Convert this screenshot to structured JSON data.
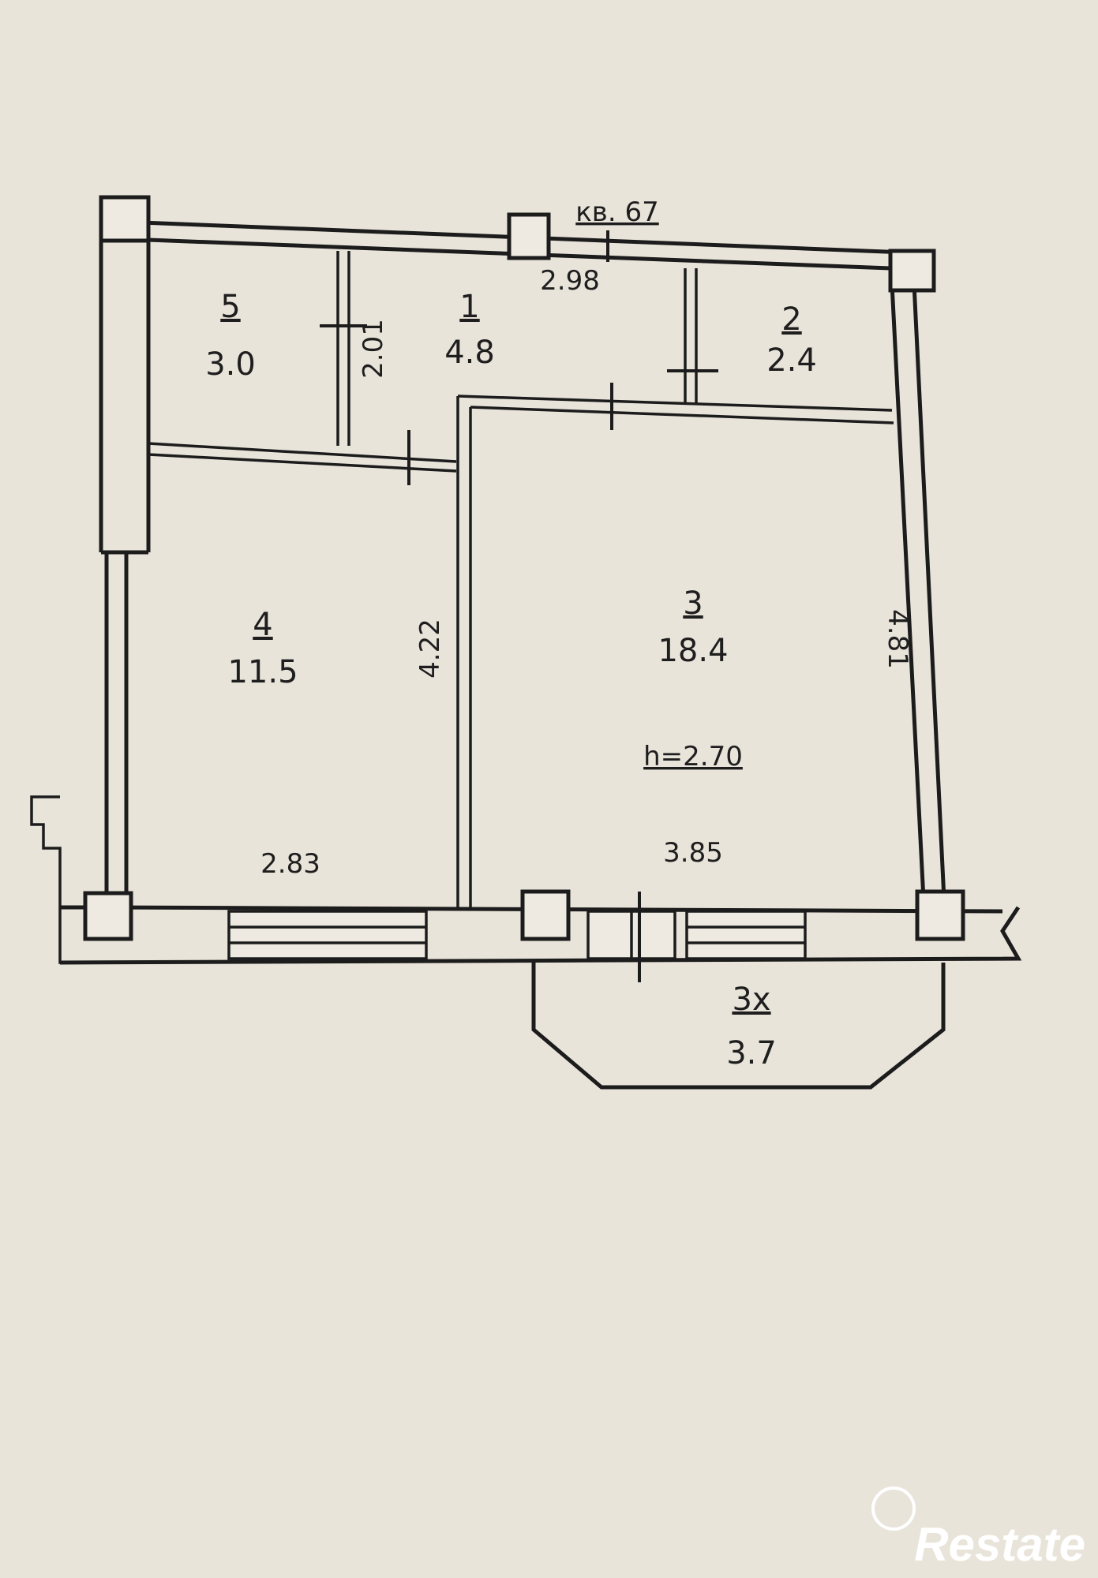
{
  "plan": {
    "apartment_label": "кв. 67",
    "ceiling_height": "h=2.70",
    "rooms": [
      {
        "id": "5",
        "number": "5",
        "area": "3.0"
      },
      {
        "id": "1",
        "number": "1",
        "area": "4.8"
      },
      {
        "id": "2",
        "number": "2",
        "area": "2.4"
      },
      {
        "id": "4",
        "number": "4",
        "area": "11.5"
      },
      {
        "id": "3",
        "number": "3",
        "area": "18.4"
      },
      {
        "id": "balcony",
        "number": "3х",
        "area": "3.7"
      }
    ],
    "dimensions": {
      "hall_width": "2.98",
      "hall_depth": "2.01",
      "room4_length": "4.22",
      "room4_width": "2.83",
      "room3_length": "4.81",
      "room3_width": "3.85"
    }
  },
  "watermark": {
    "brand": "Restate"
  }
}
